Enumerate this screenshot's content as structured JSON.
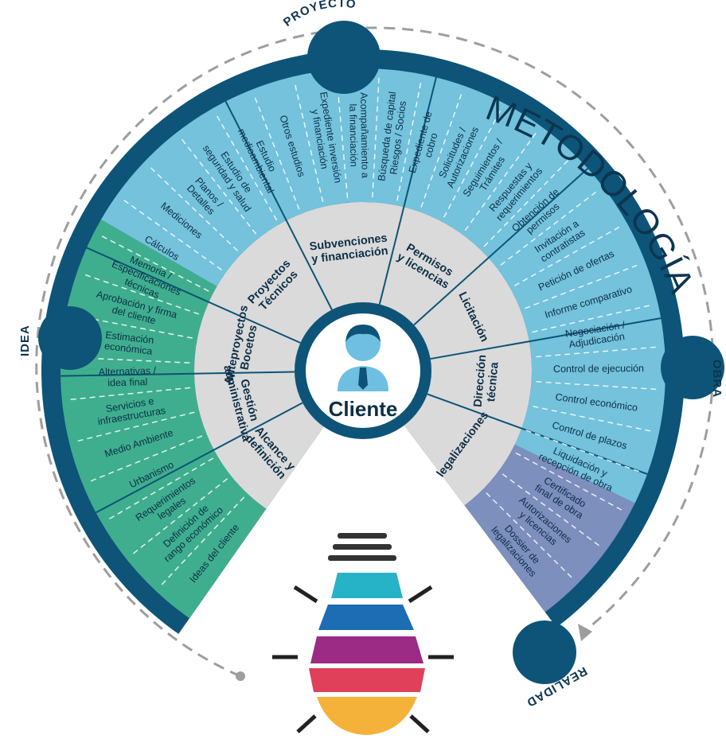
{
  "title": "METODOLOGÍA",
  "stages": {
    "idea": "IDEA",
    "proyecto": "PROYECTO",
    "obra": "OBRA",
    "realidad": "REALIDAD"
  },
  "center": {
    "label": "Cliente",
    "icon": "person-icon"
  },
  "colors": {
    "dark": "#0d5478",
    "light_blue": "#74c2dc",
    "green": "#3fae8e",
    "purple": "#7d8fbd",
    "inner": "#dadada",
    "dash": "#ffffff"
  },
  "inner_segments": [
    {
      "id": "alcance",
      "lines": [
        "Alcance y",
        "definición"
      ]
    },
    {
      "id": "gestion",
      "lines": [
        "Gestión",
        "administrativa"
      ]
    },
    {
      "id": "anteproyectos",
      "lines": [
        "Anteproyectos",
        "Bocetos"
      ]
    },
    {
      "id": "proyectos",
      "lines": [
        "Proyectos",
        "Técnicos"
      ]
    },
    {
      "id": "subvenciones",
      "lines": [
        "Subvenciones",
        "y financiación"
      ]
    },
    {
      "id": "permisos",
      "lines": [
        "Permisos",
        "y licencias"
      ]
    },
    {
      "id": "licitacion",
      "lines": [
        "Licitación"
      ]
    },
    {
      "id": "direccion",
      "lines": [
        "Dirección",
        "técnica"
      ]
    },
    {
      "id": "legalizaciones",
      "lines": [
        "legalizaciones"
      ]
    }
  ],
  "outer_items": [
    {
      "id": "ideas-cliente",
      "lines": [
        "Ideas del cliente"
      ]
    },
    {
      "id": "rango-economico",
      "lines": [
        "Definición de",
        "rango económico"
      ]
    },
    {
      "id": "requerimientos-legales",
      "lines": [
        "Requerimientos",
        "legales"
      ]
    },
    {
      "id": "urbanismo",
      "lines": [
        "Urbanismo"
      ]
    },
    {
      "id": "medio-ambiente",
      "lines": [
        "Medio Ambiente"
      ]
    },
    {
      "id": "servicios",
      "lines": [
        "Servicios e",
        "infraestructuras"
      ]
    },
    {
      "id": "alternativas",
      "lines": [
        "Alternativas /",
        "idea final"
      ]
    },
    {
      "id": "estimacion",
      "lines": [
        "Estimación",
        "económica"
      ]
    },
    {
      "id": "aprobacion",
      "lines": [
        "Aprobación y firma",
        "del cliente"
      ]
    },
    {
      "id": "memoria",
      "lines": [
        "Memoria /",
        "Especificaciones",
        "técnicas"
      ]
    },
    {
      "id": "calculos",
      "lines": [
        "Cálculos"
      ]
    },
    {
      "id": "mediciones",
      "lines": [
        "Mediciones"
      ]
    },
    {
      "id": "planos",
      "lines": [
        "Planos /",
        "Detalles"
      ]
    },
    {
      "id": "seguridad",
      "lines": [
        "Estudio de",
        "seguridad y salud"
      ]
    },
    {
      "id": "medioambiental",
      "lines": [
        "Estudio",
        "medioambiental"
      ]
    },
    {
      "id": "otros-estudios",
      "lines": [
        "Otros estudios"
      ]
    },
    {
      "id": "expediente-inversion",
      "lines": [
        "Expediente inversión",
        "y financiación"
      ]
    },
    {
      "id": "acompanamiento",
      "lines": [
        "Acompañamiento a",
        "la financiación"
      ]
    },
    {
      "id": "busqueda-capital",
      "lines": [
        "Búsqueda de capital",
        "Riesgos / Socios"
      ]
    },
    {
      "id": "expediente-cobro",
      "lines": [
        "Expediente de",
        "cobro"
      ]
    },
    {
      "id": "solicitudes",
      "lines": [
        "Solicitudes /",
        "Autorizaciones"
      ]
    },
    {
      "id": "seguimientos",
      "lines": [
        "Seguimientos /",
        "Trámites"
      ]
    },
    {
      "id": "respuestas",
      "lines": [
        "Respuestas y",
        "requerimientos"
      ]
    },
    {
      "id": "obtencion-permisos",
      "lines": [
        "Obtención de",
        "permisos"
      ]
    },
    {
      "id": "invitacion",
      "lines": [
        "Invitación a",
        "contratistas"
      ]
    },
    {
      "id": "peticion-ofertas",
      "lines": [
        "Petición de ofertas"
      ]
    },
    {
      "id": "informe-comparativo",
      "lines": [
        "Informe comparativo"
      ]
    },
    {
      "id": "negociacion",
      "lines": [
        "Negociación /",
        "Adjudicación"
      ]
    },
    {
      "id": "control-ejecucion",
      "lines": [
        "Control de ejecución"
      ]
    },
    {
      "id": "control-economico",
      "lines": [
        "Control económico"
      ]
    },
    {
      "id": "control-plazos",
      "lines": [
        "Control de plazos"
      ]
    },
    {
      "id": "liquidacion",
      "lines": [
        "Liquidación y",
        "recepción de obra"
      ]
    },
    {
      "id": "certificado",
      "lines": [
        "Certificado",
        "final de obra"
      ]
    },
    {
      "id": "autorizaciones-licencias",
      "lines": [
        "Autorizaciones",
        "y licencias"
      ]
    },
    {
      "id": "dossier",
      "lines": [
        "Dossier de",
        "legalizaciones"
      ]
    }
  ]
}
